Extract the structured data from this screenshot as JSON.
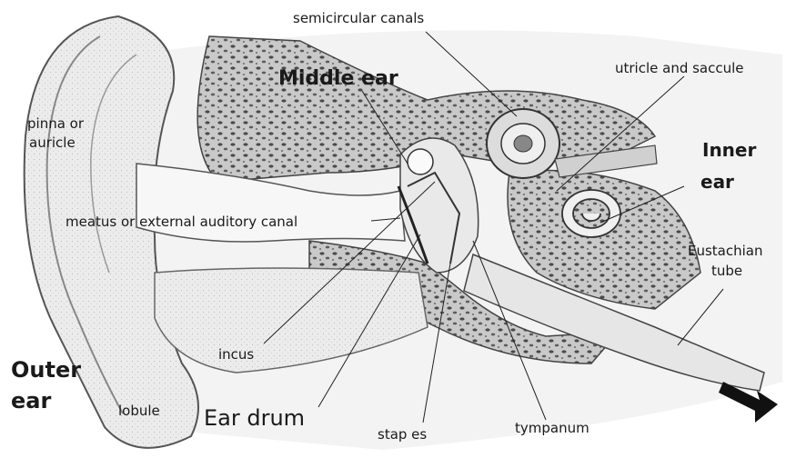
{
  "labels": {
    "semicircular_canals": "semicircular canals",
    "middle_ear": "Middle ear",
    "utricle_saccule": "utricle and saccule",
    "pinna_line1": "pinna or",
    "pinna_line2": "auricle",
    "inner_ear_line1": "Inner",
    "inner_ear_line2": "ear",
    "meatus": "meatus or external auditory canal",
    "eustachian_line1": "Eustachian",
    "eustachian_line2": "tube",
    "incus": "incus",
    "outer_ear_line1": "Outer",
    "outer_ear_line2": "ear",
    "lobule": "lobule",
    "ear_drum": "Ear drum",
    "stapes": "stap es",
    "tympanum": "tympanum"
  },
  "colors": {
    "ink": "#1a1a1a",
    "tissue": "#e8e8e8",
    "bone": "#c8c8c8",
    "bone_dots": "#5a5a5a",
    "canal": "#f4f4f4"
  }
}
